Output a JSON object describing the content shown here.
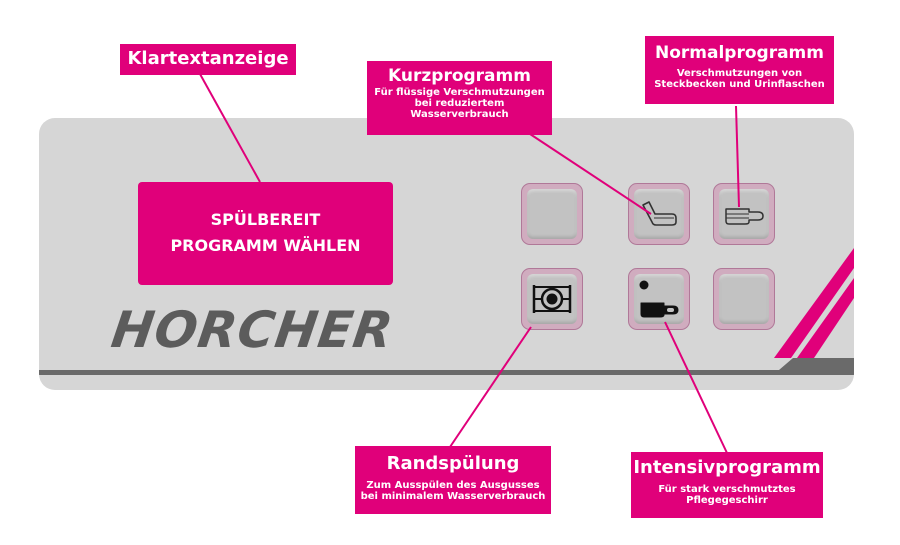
{
  "brand": "HORCHER",
  "display": {
    "line1": "SPÜLBEREIT",
    "line2": "PROGRAMM WÄHLEN"
  },
  "callouts": {
    "klartext": {
      "title": "Klartextanzeige"
    },
    "kurz": {
      "title": "Kurzprogramm",
      "desc": [
        "Für flüssige Verschmutzungen",
        "bei reduziertem",
        "Wasserverbrauch"
      ]
    },
    "normal": {
      "title": "Normalprogramm",
      "desc": [
        "Verschmutzungen von",
        "Steckbecken und Urinflaschen"
      ]
    },
    "rand": {
      "title": "Randspülung",
      "desc": [
        "Zum Ausspülen des Ausgusses",
        "bei minimalem Wasserverbrauch"
      ]
    },
    "intensiv": {
      "title": "Intensivprogramm",
      "desc": [
        "Für stark verschmutztes",
        "Pflegegeschirr"
      ]
    }
  },
  "keys": [
    {
      "id": "blank-top",
      "icon": "none"
    },
    {
      "id": "kurzprogramm",
      "icon": "urine-bottle-icon"
    },
    {
      "id": "normalprogramm",
      "icon": "bedpan-icon"
    },
    {
      "id": "randspuelung",
      "icon": "rim-flush-icon"
    },
    {
      "id": "intensivprogramm",
      "icon": "bedpan-intensive-icon"
    },
    {
      "id": "blank-bottom",
      "icon": "none"
    }
  ],
  "colors": {
    "accent": "#e0007a",
    "panel": "#d6d6d6",
    "stripe": "#6a6a6a",
    "brand_text": "#5c5c5c"
  }
}
